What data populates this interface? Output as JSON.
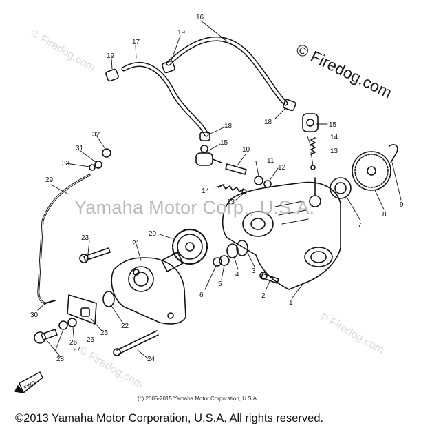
{
  "watermark_main": "Yamaha Motor Corp., U.S.A.",
  "watermark_site": "© Firedog.com",
  "watermark_faint": "© Firedog.com",
  "small_copyright": "(c) 2005-2015 Yamaha Motor Corporation, U.S.A.",
  "footer_copyright": "©2013 Yamaha Motor Corporation, U.S.A. All rights reserved.",
  "fwd_label": "FWD",
  "callouts": [
    "1",
    "2",
    "3",
    "4",
    "5",
    "6",
    "7",
    "8",
    "9",
    "10",
    "11",
    "12",
    "13",
    "13",
    "14",
    "14",
    "15",
    "15",
    "16",
    "17",
    "18",
    "18",
    "19",
    "19",
    "20",
    "21",
    "22",
    "23",
    "24",
    "25",
    "26",
    "26",
    "27",
    "28",
    "29",
    "30",
    "31",
    "32",
    "33"
  ]
}
